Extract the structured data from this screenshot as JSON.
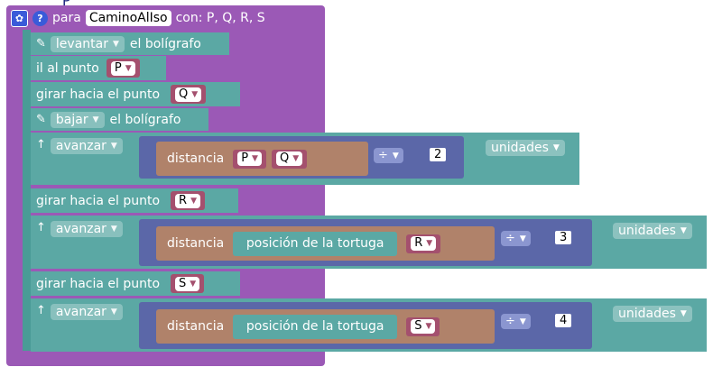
{
  "procedure": {
    "keyword": "para",
    "name": "CaminoAlIso",
    "params_label": "con: P, Q, R, S",
    "gear_icon_glyph": "✿",
    "help_icon_glyph": "?"
  },
  "stray_letter": "P",
  "blocks": {
    "pen_up": {
      "icon": "✎",
      "dropdown": "levantar",
      "suffix": "el bolígrafo"
    },
    "goto": {
      "label": "il al punto",
      "point": "P"
    },
    "turn_to_q": {
      "label": "girar hacia el punto",
      "point": "Q"
    },
    "pen_down": {
      "icon": "✎",
      "dropdown": "bajar",
      "suffix": "el bolígrafo"
    },
    "forward1": {
      "icon": "↑",
      "dropdown": "avanzar",
      "distance_label": "distancia",
      "p1": "P",
      "p2": "Q",
      "operator": "÷",
      "divisor": "2",
      "units": "unidades"
    },
    "turn_to_r": {
      "label": "girar hacia el punto",
      "point": "R"
    },
    "forward2": {
      "icon": "↑",
      "dropdown": "avanzar",
      "distance_label": "distancia",
      "turtle_pos": "posición de la tortuga",
      "p2": "R",
      "operator": "÷",
      "divisor": "3",
      "units": "unidades"
    },
    "turn_to_s": {
      "label": "girar hacia el punto",
      "point": "S"
    },
    "forward3": {
      "icon": "↑",
      "dropdown": "avanzar",
      "distance_label": "distancia",
      "turtle_pos": "posición de la tortuga",
      "p2": "S",
      "operator": "÷",
      "divisor": "4",
      "units": "unidades"
    }
  },
  "colors": {
    "procedure": "#9b59b6",
    "statement": "#5ba8a4",
    "point": "#a4506e",
    "math": "#5b67a8",
    "distance": "#b0826a"
  }
}
